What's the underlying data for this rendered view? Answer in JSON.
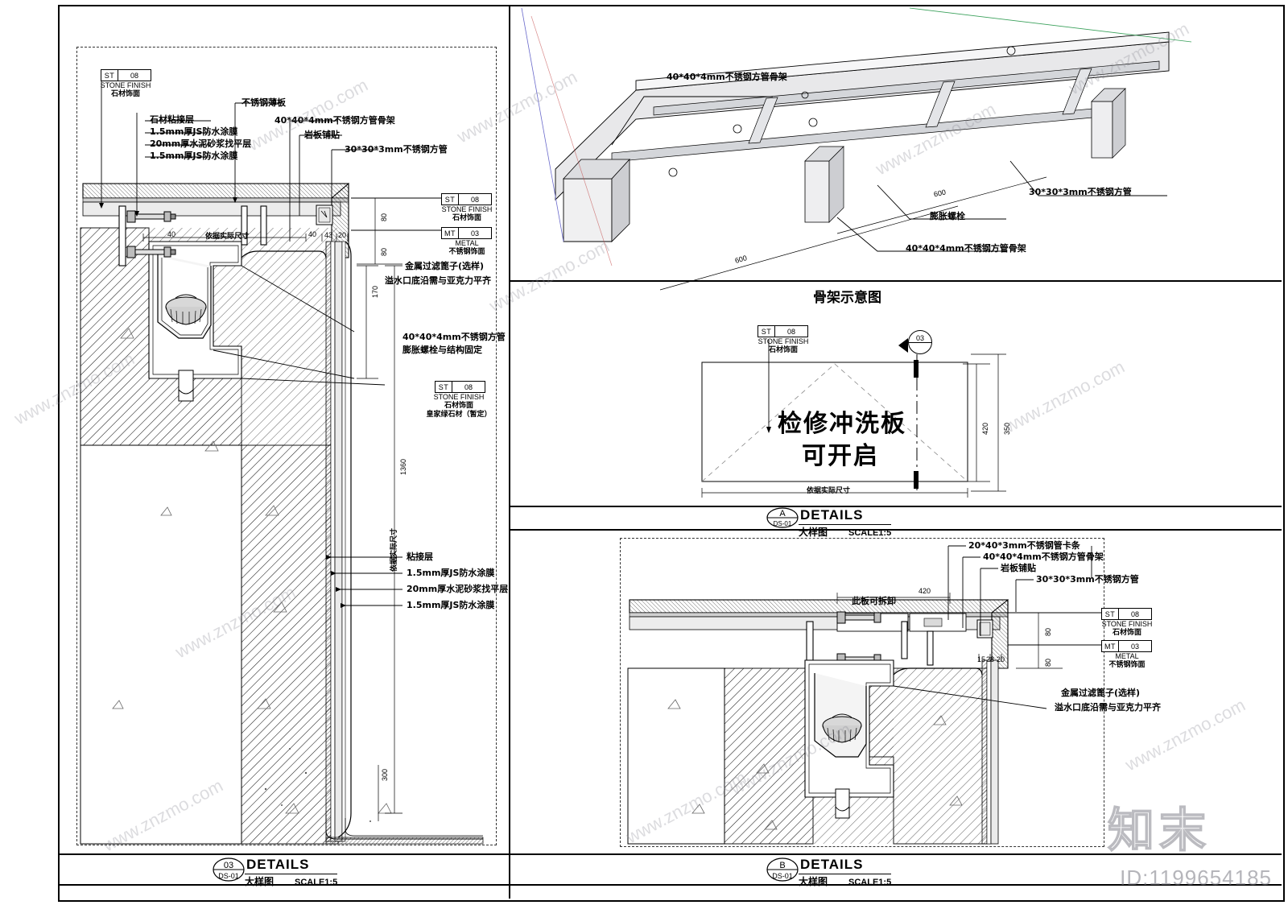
{
  "sheet": {
    "id_watermark": "ID:1199654185",
    "brand_watermark": "知末",
    "site_watermark": "www.znzmo.com"
  },
  "panel_left": {
    "name": "detail-section-left",
    "tags": [
      {
        "code": "ST",
        "num": "08",
        "en": "STONE FINISH",
        "cn": "石材饰面"
      },
      {
        "code": "ST",
        "num": "08",
        "en": "STONE FINISH",
        "cn": "石材饰面"
      },
      {
        "code": "MT",
        "num": "03",
        "en": "METAL",
        "cn": "不锈钢饰面"
      },
      {
        "code": "ST",
        "num": "08",
        "en": "STONE FINISH",
        "cn": "石材饰面",
        "cn2": "皇家绿石材（暂定）"
      }
    ],
    "labels_topleft": [
      "石材粘接层",
      "1.5mm厚JS防水涂膜",
      "20mm厚水泥砂浆找平层",
      "1.5mm厚JS防水涂膜"
    ],
    "labels_topright": [
      "不锈钢薄板",
      "40*40*4mm不锈钢方管骨架",
      "岩板铺贴",
      "30*30*3mm不锈钢方管"
    ],
    "labels_right": [
      "金属过滤篦子(选样)",
      "溢水口底沿需与亚克力平齐",
      "40*40*4mm不锈钢方管",
      "膨胀螺栓与结构固定"
    ],
    "labels_lower": [
      "粘接层",
      "1.5mm厚JS防水涂膜",
      "20mm厚水泥砂浆找平层",
      "1.5mm厚JS防水涂膜"
    ],
    "dims": [
      "80",
      "80",
      "40",
      "40",
      "43",
      "20",
      "170",
      "1360",
      "依据实际尺寸",
      "依据实际尺寸",
      "300"
    ],
    "titleblock": {
      "marker": "03",
      "sub": "DS-01",
      "en": "DETAILS",
      "cn": "大样图",
      "scale": "SCALE1:5"
    }
  },
  "panel_iso": {
    "name": "frame-isometric-3d",
    "title": "骨架示意图",
    "labels": [
      "40*40*4mm不锈钢方管骨架",
      "30*30*3mm不锈钢方管",
      "膨胀螺栓",
      "40*40*4mm不锈钢方管骨架"
    ],
    "dims": [
      "600",
      "600"
    ]
  },
  "panel_mid": {
    "name": "detail-plan-mid",
    "tag": {
      "code": "ST",
      "num": "08",
      "en": "STONE FINISH",
      "cn": "石材饰面"
    },
    "note_line1": "检修冲洗板",
    "note_line2": "可开启",
    "dims": [
      "420",
      "350",
      "依据实际尺寸"
    ],
    "section_marker": "03",
    "titleblock": {
      "marker": "A",
      "sub": "DS-01",
      "en": "DETAILS",
      "cn": "大样图",
      "scale": "SCALE1:5"
    }
  },
  "panel_bottom_right": {
    "name": "detail-section-bottom-right",
    "labels_top": [
      "20*40*3mm不锈钢管卡条",
      "40*40*4mm不锈钢方管骨架",
      "岩板铺贴",
      "30*30*3mm不锈钢方管"
    ],
    "note_removable": "此板可拆卸",
    "tags": [
      {
        "code": "ST",
        "num": "08",
        "en": "STONE FINISH",
        "cn": "石材饰面"
      },
      {
        "code": "MT",
        "num": "03",
        "en": "METAL",
        "cn": "不锈钢饰面"
      }
    ],
    "labels_right": [
      "金属过滤篦子(选样)",
      "溢水口底沿需与亚克力平齐"
    ],
    "dims": [
      "420",
      "80",
      "80",
      "15",
      "28",
      "20"
    ],
    "titleblock": {
      "marker": "B",
      "sub": "DS-01",
      "en": "DETAILS",
      "cn": "大样图",
      "scale": "SCALE1:5"
    }
  }
}
